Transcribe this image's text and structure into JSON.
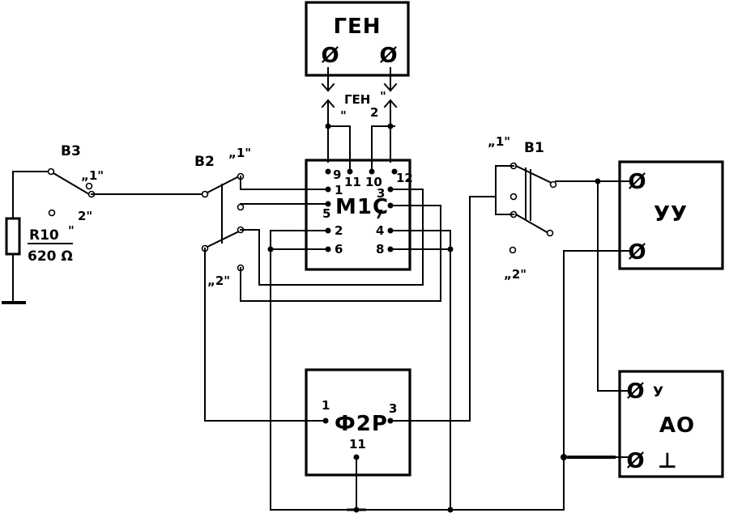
{
  "blocks": {
    "gen": "ГЕН",
    "m1c": "М1С",
    "f2r": "Ф2Р",
    "uu": "УУ",
    "ao": "АО"
  },
  "gen_label": {
    "name": "ГЕН",
    "quote": "\"",
    "num": "2"
  },
  "m1c_pins": {
    "p9": "9",
    "p11": "11",
    "p10": "10",
    "p12": "12",
    "p1": "1",
    "p3": "3",
    "p5": "5",
    "p7": "7",
    "p2": "2",
    "p4": "4",
    "p6": "6",
    "p8": "8"
  },
  "f2r_pins": {
    "p1": "1",
    "p3": "3",
    "p11": "11"
  },
  "ao_terminals": {
    "y": "У",
    "ground": "⊥"
  },
  "terminal_glyph": "Ø",
  "switches": {
    "b3": {
      "name": "В3",
      "pos1": "„1\"",
      "pos2": "2\""
    },
    "b2": {
      "name": "В2",
      "pos1": "„1\"",
      "pos2": "„2\""
    },
    "b1": {
      "name": "В1",
      "pos1": "„1\"",
      "pos2": "„2\""
    }
  },
  "resistor": {
    "name": "R10",
    "value": "620 Ω"
  }
}
